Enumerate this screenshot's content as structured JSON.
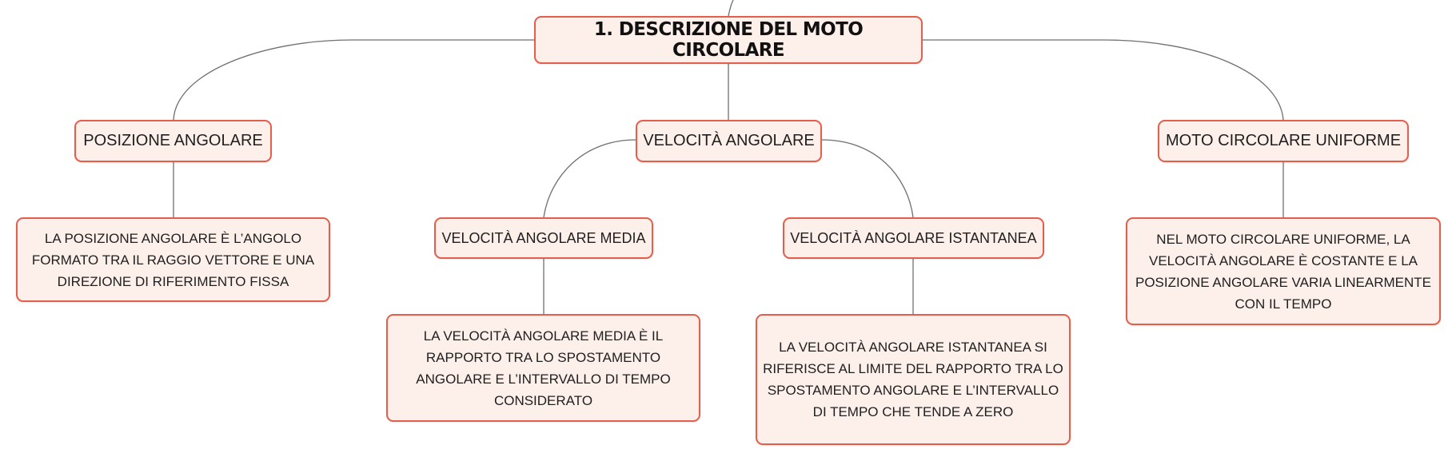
{
  "diagram": {
    "root": {
      "label": "1. DESCRIZIONE DEL MOTO CIRCOLARE"
    },
    "posizione": {
      "label": "POSIZIONE ANGOLARE",
      "description": "LA POSIZIONE ANGOLARE È L’ANGOLO FORMATO TRA IL RAGGIO VETTORE E UNA DIREZIONE DI RIFERIMENTO FISSA"
    },
    "velocita": {
      "label": "VELOCITÀ ANGOLARE",
      "media": {
        "label": "VELOCITÀ ANGOLARE MEDIA",
        "description": "LA VELOCITÀ ANGOLARE MEDIA È IL RAPPORTO TRA LO SPOSTAMENTO ANGOLARE E L’INTERVALLO DI TEMPO CONSIDERATO"
      },
      "istantanea": {
        "label": "VELOCITÀ ANGOLARE ISTANTANEA",
        "description": "LA VELOCITÀ ANGOLARE ISTANTANEA SI RIFERISCE AL LIMITE DEL RAPPORTO TRA LO SPOSTAMENTO ANGOLARE E L’INTERVALLO DI TEMPO CHE TENDE A ZERO"
      }
    },
    "uniforme": {
      "label": "MOTO CIRCOLARE UNIFORME",
      "description": "NEL MOTO CIRCOLARE UNIFORME, LA VELOCITÀ ANGOLARE È COSTANTE E LA POSIZIONE ANGOLARE VARIA LINEARMENTE CON IL TEMPO"
    }
  },
  "colors": {
    "node_border": "#e55d4b",
    "node_fill": "#fdefea",
    "connector": "#6f6f6f",
    "text": "#1f1f1f"
  }
}
